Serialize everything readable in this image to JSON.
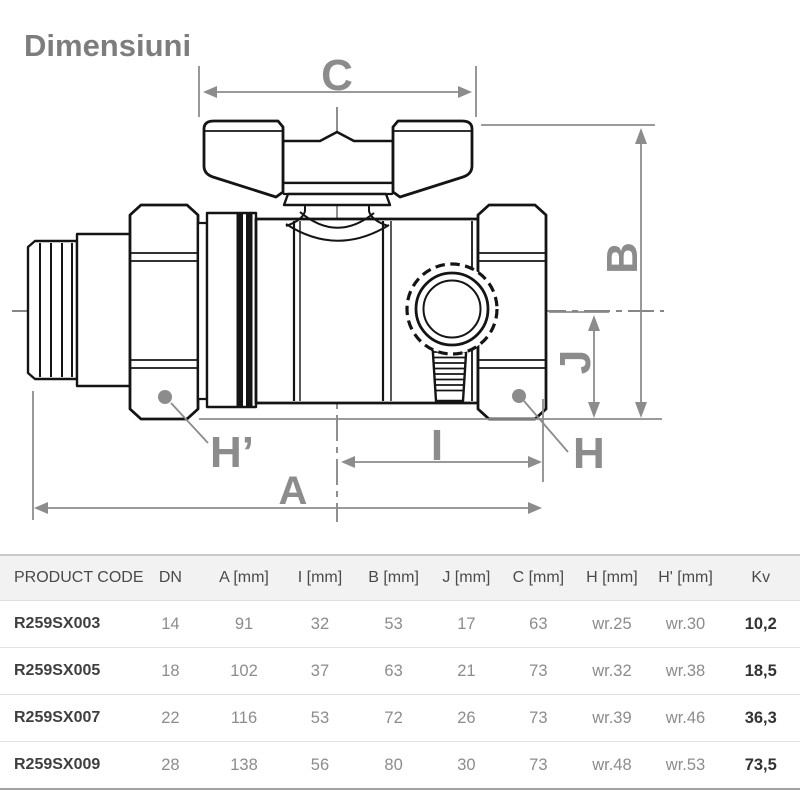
{
  "page": {
    "title": "Dimensiuni"
  },
  "diagram": {
    "labels": {
      "a": "A",
      "b": "B",
      "c": "C",
      "i": "I",
      "j": "J",
      "h": "H",
      "h_prime": "H’"
    },
    "colors": {
      "line": "#141414",
      "dimension": "#8c8c8c",
      "centerline": "#5f5f5f"
    }
  },
  "table": {
    "headers": [
      "PRODUCT CODE",
      "DN",
      "A [mm]",
      "I [mm]",
      "B [mm]",
      "J [mm]",
      "C [mm]",
      "H [mm]",
      "H' [mm]",
      "Kv"
    ],
    "rows": [
      [
        "R259SX003",
        "14",
        "91",
        "32",
        "53",
        "17",
        "63",
        "wr.25",
        "wr.30",
        "10,2"
      ],
      [
        "R259SX005",
        "18",
        "102",
        "37",
        "63",
        "21",
        "73",
        "wr.32",
        "wr.38",
        "18,5"
      ],
      [
        "R259SX007",
        "22",
        "116",
        "53",
        "72",
        "26",
        "73",
        "wr.39",
        "wr.46",
        "36,3"
      ],
      [
        "R259SX009",
        "28",
        "138",
        "56",
        "80",
        "30",
        "73",
        "wr.48",
        "wr.53",
        "73,5"
      ]
    ]
  }
}
